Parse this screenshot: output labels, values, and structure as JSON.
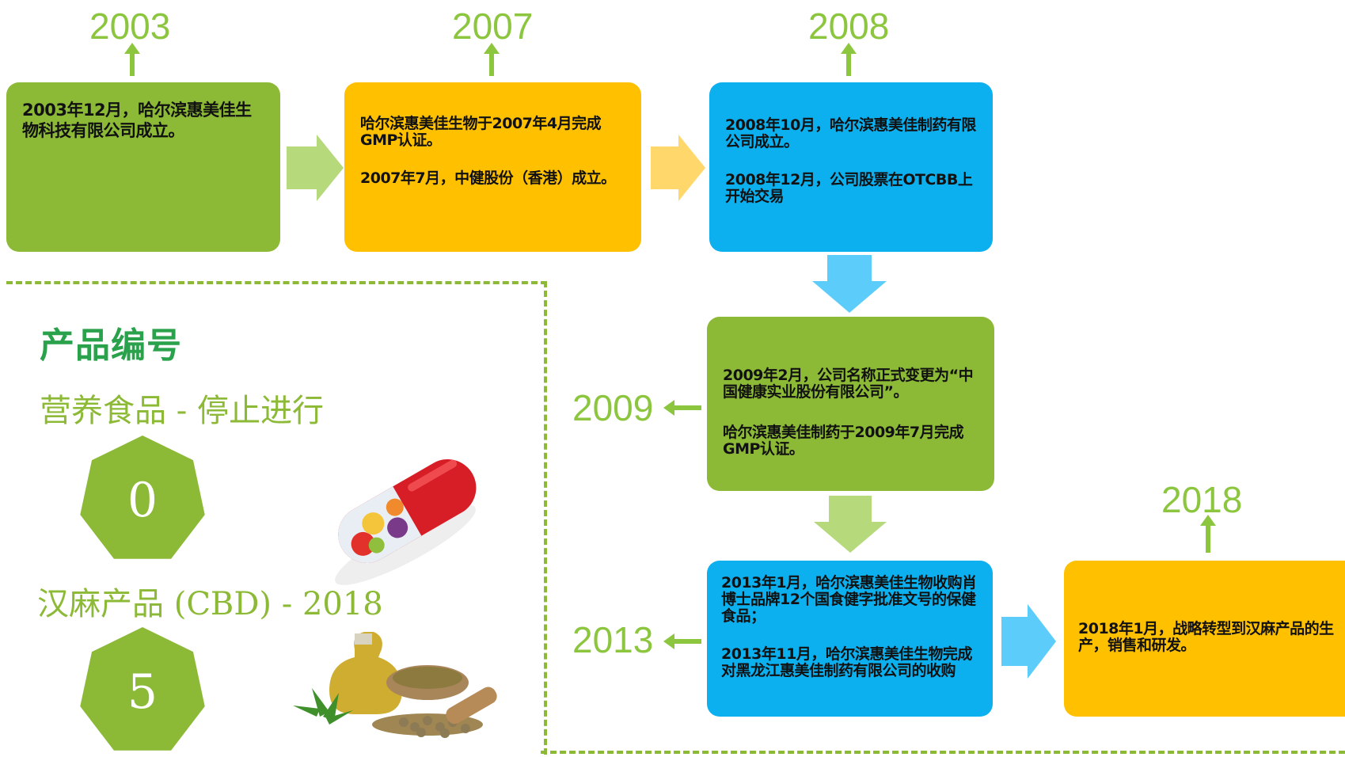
{
  "timeline": {
    "y2003": {
      "year": "2003",
      "text": [
        "2003年12月，哈尔滨惠美佳生物科技有限公司成立。"
      ]
    },
    "y2007": {
      "year": "2007",
      "text": [
        "哈尔滨惠美佳生物于2007年4月完成GMP认证。",
        "2007年7月，中健股份（香港）成立。"
      ]
    },
    "y2008": {
      "year": "2008",
      "text": [
        "2008年10月，哈尔滨惠美佳制药有限公司成立。",
        "2008年12月，公司股票在OTCBB上开始交易"
      ]
    },
    "y2009": {
      "year": "2009",
      "text": [
        "2009年2月，公司名称正式变更为“中国健康实业股份有限公司”。",
        "哈尔滨惠美佳制药于2009年7月完成GMP认证。"
      ]
    },
    "y2013": {
      "year": "2013",
      "text": [
        "2013年1月，哈尔滨惠美佳生物收购肖博士品牌12个国食健字批准文号的保健食品；",
        "2013年11月，哈尔滨惠美佳生物完成对黑龙江惠美佳制药有限公司的收购"
      ]
    },
    "y2018": {
      "year": "2018",
      "text": [
        "2018年1月，战略转型到汉麻产品的生产，销售和研发。"
      ]
    }
  },
  "products": {
    "heading": "产品编号",
    "nutrition": {
      "label": "营养食品 - 停止进行",
      "count": "0"
    },
    "hemp": {
      "label": "汉麻产品 (CBD) - 2018",
      "count": "5"
    }
  },
  "colors": {
    "green": "#8cb936",
    "orange": "#ffc000",
    "blue": "#0db0ef",
    "year_green": "#8cc63f"
  },
  "icons": {
    "nutrition_image": "capsule-fruit-icon",
    "hemp_image": "hemp-oil-seeds-icon"
  }
}
